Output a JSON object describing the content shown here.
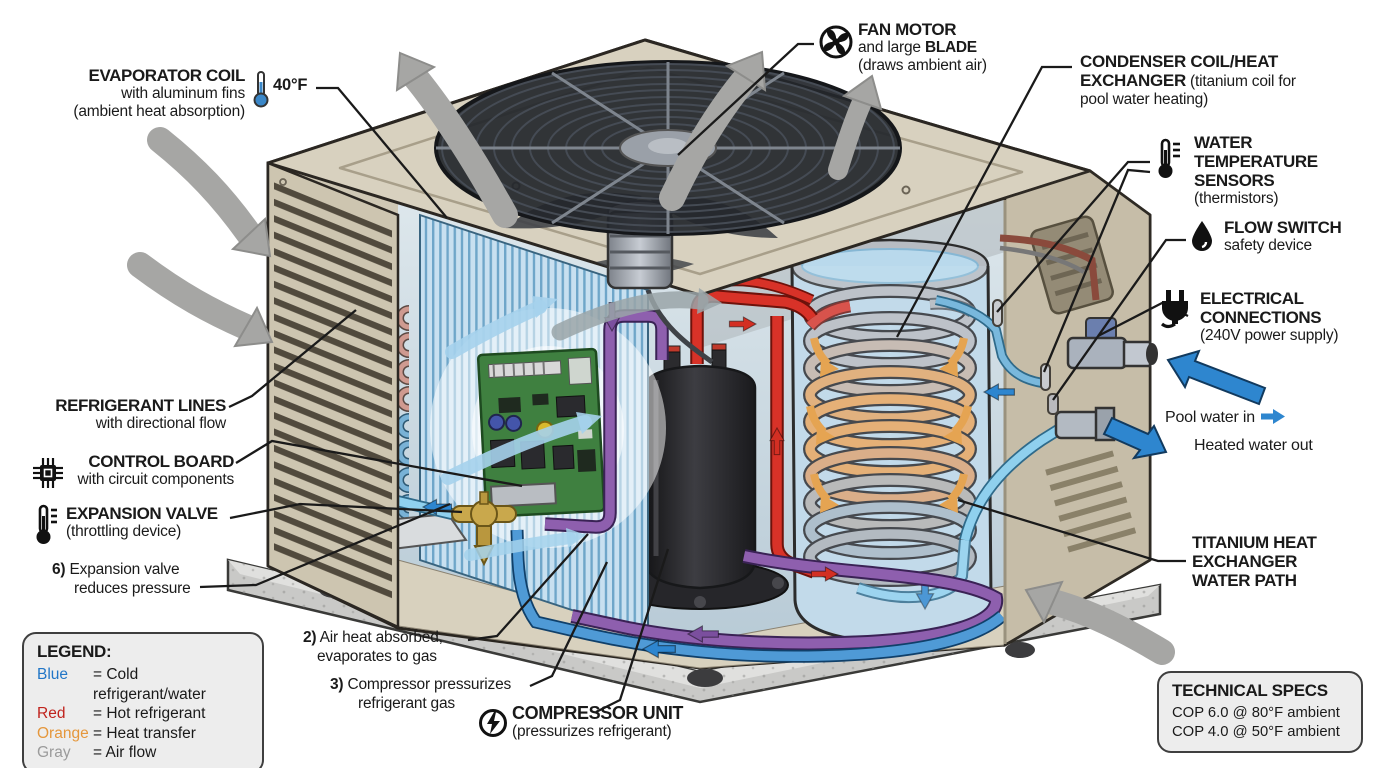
{
  "labels": {
    "evaporator": {
      "title": "EVAPORATOR COIL",
      "sub1": "with aluminum fins",
      "sub2": "(ambient heat absorption)",
      "temp": "40°F"
    },
    "fan": {
      "title": "FAN MOTOR",
      "sub1_normal": "and large ",
      "sub1_bold": "BLADE",
      "sub2": "(draws ambient air)"
    },
    "condenser": {
      "bold": "CONDENSER COIL/HEAT EXCHANGER",
      "normal": "(titanium coil for pool water heating)"
    },
    "water_sensors": {
      "l1": "WATER",
      "l2": "TEMPERATURE",
      "l3": "SENSORS",
      "sub": "(thermistors)"
    },
    "flow_switch": {
      "title": "FLOW SWITCH",
      "sub": "safety device"
    },
    "electrical": {
      "l1": "ELECTRICAL",
      "l2": "CONNECTIONS",
      "sub": "(240V power supply)"
    },
    "pool_water_in": "Pool water in",
    "heated_water_out": "Heated water out",
    "refrigerant": {
      "title": "REFRIGERANT LINES",
      "sub": "with directional flow"
    },
    "control_board": {
      "title": "CONTROL BOARD",
      "sub": "with circuit components"
    },
    "expansion_valve": {
      "title": "EXPANSION VALVE",
      "sub": "(throttling device)"
    },
    "step6": {
      "num": "6)",
      "l1": "Expansion valve",
      "l2": "reduces pressure"
    },
    "step2": {
      "num": "2)",
      "l1": "Air heat absorbed,",
      "l2": "evaporates to gas"
    },
    "step3": {
      "num": "3)",
      "l1": "Compressor pressurizes",
      "l2": "refrigerant gas"
    },
    "compressor": {
      "title": "COMPRESSOR UNIT",
      "sub": "(pressurizes refrigerant)"
    },
    "titanium": {
      "l1": "TITANIUM HEAT",
      "l2": "EXCHANGER",
      "l3": "WATER PATH"
    }
  },
  "legend": {
    "title": "LEGEND:",
    "rows": [
      {
        "term": "Blue",
        "color": "#2176c7",
        "desc": "= Cold refrigerant/water"
      },
      {
        "term": "Red",
        "color": "#c0231d",
        "desc": "= Hot refrigerant"
      },
      {
        "term": "Orange",
        "color": "#e5973c",
        "desc": "= Heat transfer"
      },
      {
        "term": "Gray",
        "color": "#9b9b9b",
        "desc": "= Air flow"
      }
    ]
  },
  "specs": {
    "title": "TECHNICAL SPECS",
    "line1": "COP 6.0 @ 80°F ambient",
    "line2": "COP 4.0 @ 50°F ambient"
  },
  "icons": {
    "fan": "fan-icon",
    "thermometer_blue": "thermometer-icon",
    "thermometer_black": "thermometer-icon",
    "droplet": "droplet-icon",
    "plug": "plug-icon",
    "chip": "chip-icon",
    "power": "power-icon",
    "arrow_right": "arrow-right-icon"
  },
  "colors": {
    "cold": "#2e86cf",
    "hot": "#d32f23",
    "heat_transfer": "#e8952f",
    "air_flow": "#a6a6a4",
    "leader": "#1a1a1a"
  }
}
